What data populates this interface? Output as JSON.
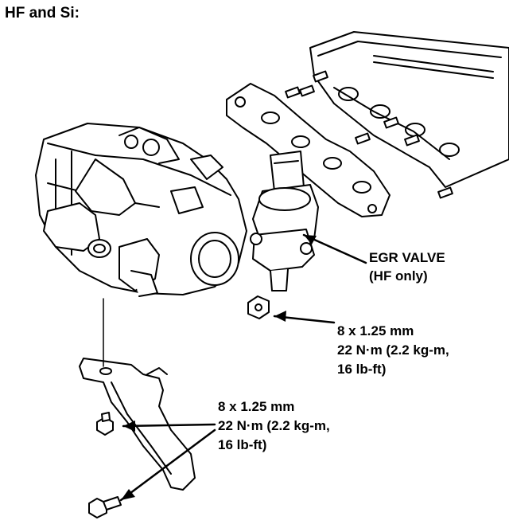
{
  "title": "HF and Si:",
  "egr": {
    "line1": "EGR VALVE",
    "line2": "(HF only)"
  },
  "callout_upper": {
    "size": "8 x 1.25 mm",
    "torque": "22 N·m (2.2 kg-m,",
    "torque_cont": "16 lb-ft)"
  },
  "callout_lower": {
    "size": "8 x 1.25 mm",
    "torque": "22 N·m (2.2 kg-m,",
    "torque_cont": "16 lb-ft)"
  },
  "colors": {
    "ink": "#000000",
    "paper": "#ffffff"
  }
}
